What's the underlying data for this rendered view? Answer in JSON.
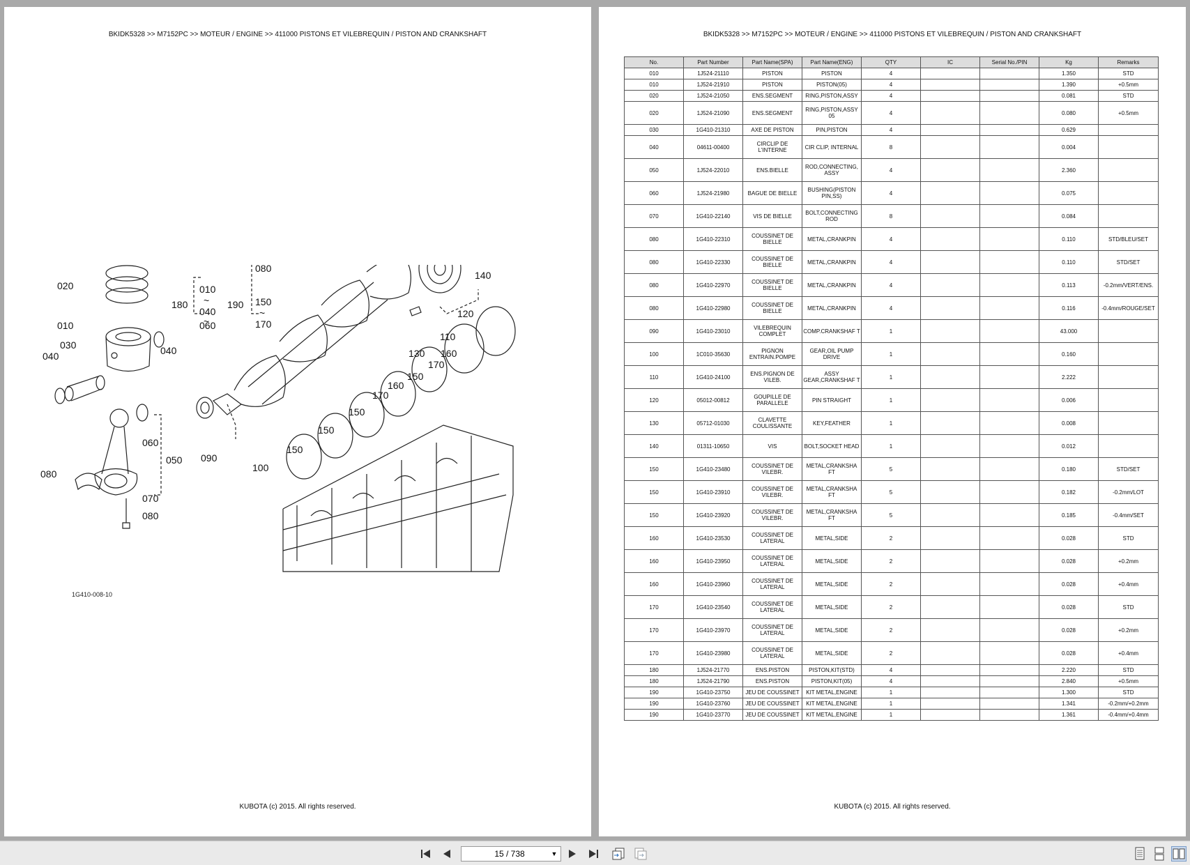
{
  "breadcrumb": [
    "BKIDK5328",
    "M7152PC",
    "MOTEUR / ENGINE",
    "411000   PISTONS ET VILEBREQUIN / PISTON AND CRANKSHAFT"
  ],
  "footer": "KUBOTA (c) 2015. All rights reserved.",
  "diagram": {
    "id_label": "1G410-008-10",
    "callouts": [
      "020",
      "010",
      "030",
      "040",
      "040",
      "060",
      "050",
      "080",
      "070",
      "080",
      "180",
      "010",
      "~",
      "040",
      "~",
      "060",
      "190",
      "080",
      "150",
      "~",
      "170",
      "140",
      "120",
      "110",
      "130",
      "160",
      "170",
      "150",
      "170",
      "160",
      "150",
      "150",
      "150",
      "100",
      "090"
    ]
  },
  "table": {
    "headers": [
      "No.",
      "Part Number",
      "Part Name(SPA)",
      "Part Name(ENG)",
      "QTY",
      "IC",
      "Serial No./PIN",
      "Kg",
      "Remarks"
    ],
    "rows": [
      [
        "010",
        "1J524-21110",
        "PISTON",
        "PISTON",
        "4",
        "",
        "",
        "1.350",
        "STD"
      ],
      [
        "010",
        "1J524-21910",
        "PISTON",
        "PISTON(05)",
        "4",
        "",
        "",
        "1.390",
        "+0.5mm"
      ],
      [
        "020",
        "1J524-21050",
        "ENS.SEGMENT",
        "RING,PISTON,ASSY",
        "4",
        "",
        "",
        "0.081",
        "STD"
      ],
      [
        "020",
        "1J524-21090",
        "ENS.SEGMENT",
        "RING,PISTON,ASSY 05",
        "4",
        "",
        "",
        "0.080",
        "+0.5mm"
      ],
      [
        "030",
        "1G410-21310",
        "AXE DE PISTON",
        "PIN,PISTON",
        "4",
        "",
        "",
        "0.629",
        ""
      ],
      [
        "040",
        "04611-00400",
        "CIRCLIP DE L'INTERNE",
        "CIR CLIP, INTERNAL",
        "8",
        "",
        "",
        "0.004",
        ""
      ],
      [
        "050",
        "1J524-22010",
        "ENS.BIELLE",
        "ROD,CONNECTING, ASSY",
        "4",
        "",
        "",
        "2.360",
        ""
      ],
      [
        "060",
        "1J524-21980",
        "BAGUE DE BIELLE",
        "BUSHING(PISTON PIN,SS)",
        "4",
        "",
        "",
        "0.075",
        ""
      ],
      [
        "070",
        "1G410-22140",
        "VIS DE BIELLE",
        "BOLT,CONNECTING ROD",
        "8",
        "",
        "",
        "0.084",
        ""
      ],
      [
        "080",
        "1G410-22310",
        "COUSSINET DE BIELLE",
        "METAL,CRANKPIN",
        "4",
        "",
        "",
        "0.110",
        "STD/BLEU/SET"
      ],
      [
        "080",
        "1G410-22330",
        "COUSSINET DE BIELLE",
        "METAL,CRANKPIN",
        "4",
        "",
        "",
        "0.110",
        "STD/SET"
      ],
      [
        "080",
        "1G410-22970",
        "COUSSINET DE BIELLE",
        "METAL,CRANKPIN",
        "4",
        "",
        "",
        "0.113",
        "-0.2mm/VERT/ENS."
      ],
      [
        "080",
        "1G410-22980",
        "COUSSINET DE BIELLE",
        "METAL,CRANKPIN",
        "4",
        "",
        "",
        "0.116",
        "-0.4mm/ROUGE/SET"
      ],
      [
        "090",
        "1G410-23010",
        "VILEBREQUIN COMPLET",
        "COMP.CRANKSHAF T",
        "1",
        "",
        "",
        "43.000",
        ""
      ],
      [
        "100",
        "1C010-35630",
        "PIGNON ENTRAIN.POMPE",
        "GEAR,OIL PUMP DRIVE",
        "1",
        "",
        "",
        "0.160",
        ""
      ],
      [
        "110",
        "1G410-24100",
        "ENS.PIGNON DE VILEB.",
        "ASSY GEAR,CRANKSHAF T",
        "1",
        "",
        "",
        "2.222",
        ""
      ],
      [
        "120",
        "05012-00812",
        "GOUPILLE DE PARALLELE",
        "PIN STRAIGHT",
        "1",
        "",
        "",
        "0.006",
        ""
      ],
      [
        "130",
        "05712-01030",
        "CLAVETTE COULISSANTE",
        "KEY,FEATHER",
        "1",
        "",
        "",
        "0.008",
        ""
      ],
      [
        "140",
        "01311-10650",
        "VIS",
        "BOLT,SOCKET HEAD",
        "1",
        "",
        "",
        "0.012",
        ""
      ],
      [
        "150",
        "1G410-23480",
        "COUSSINET DE VILEBR.",
        "METAL,CRANKSHA FT",
        "5",
        "",
        "",
        "0.180",
        "STD/SET"
      ],
      [
        "150",
        "1G410-23910",
        "COUSSINET DE VILEBR.",
        "METAL,CRANKSHA FT",
        "5",
        "",
        "",
        "0.182",
        "-0.2mm/LOT"
      ],
      [
        "150",
        "1G410-23920",
        "COUSSINET DE VILEBR.",
        "METAL,CRANKSHA FT",
        "5",
        "",
        "",
        "0.185",
        "-0.4mm/SET"
      ],
      [
        "160",
        "1G410-23530",
        "COUSSINET DE LATERAL",
        "METAL,SIDE",
        "2",
        "",
        "",
        "0.028",
        "STD"
      ],
      [
        "160",
        "1G410-23950",
        "COUSSINET DE LATERAL",
        "METAL,SIDE",
        "2",
        "",
        "",
        "0.028",
        "+0.2mm"
      ],
      [
        "160",
        "1G410-23960",
        "COUSSINET DE LATERAL",
        "METAL,SIDE",
        "2",
        "",
        "",
        "0.028",
        "+0.4mm"
      ],
      [
        "170",
        "1G410-23540",
        "COUSSINET DE LATERAL",
        "METAL,SIDE",
        "2",
        "",
        "",
        "0.028",
        "STD"
      ],
      [
        "170",
        "1G410-23970",
        "COUSSINET DE LATERAL",
        "METAL,SIDE",
        "2",
        "",
        "",
        "0.028",
        "+0.2mm"
      ],
      [
        "170",
        "1G410-23980",
        "COUSSINET DE LATERAL",
        "METAL,SIDE",
        "2",
        "",
        "",
        "0.028",
        "+0.4mm"
      ],
      [
        "180",
        "1J524-21770",
        "ENS.PISTON",
        "PISTON,KIT(STD)",
        "4",
        "",
        "",
        "2.220",
        "STD"
      ],
      [
        "180",
        "1J524-21790",
        "ENS.PISTON",
        "PISTON,KIT(05)",
        "4",
        "",
        "",
        "2.840",
        "+0.5mm"
      ],
      [
        "190",
        "1G410-23750",
        "JEU DE COUSSINET",
        "KIT METAL,ENGINE",
        "1",
        "",
        "",
        "1.300",
        "STD"
      ],
      [
        "190",
        "1G410-23760",
        "JEU DE COUSSINET",
        "KIT METAL,ENGINE",
        "1",
        "",
        "",
        "1.341",
        "-0.2mm/+0.2mm"
      ],
      [
        "190",
        "1G410-23770",
        "JEU DE COUSSINET",
        "KIT METAL,ENGINE",
        "1",
        "",
        "",
        "1.361",
        "-0.4mm/+0.4mm"
      ]
    ],
    "short_rows": [
      0,
      1,
      2,
      4,
      28,
      29,
      30,
      31,
      32
    ]
  },
  "toolbar": {
    "page_indicator": "15 / 738",
    "icons": [
      "first-page-icon",
      "previous-page-icon",
      "next-page-icon",
      "last-page-icon",
      "previous-view-icon",
      "next-view-icon",
      "single-page-icon",
      "continuous-icon",
      "two-page-icon"
    ]
  }
}
